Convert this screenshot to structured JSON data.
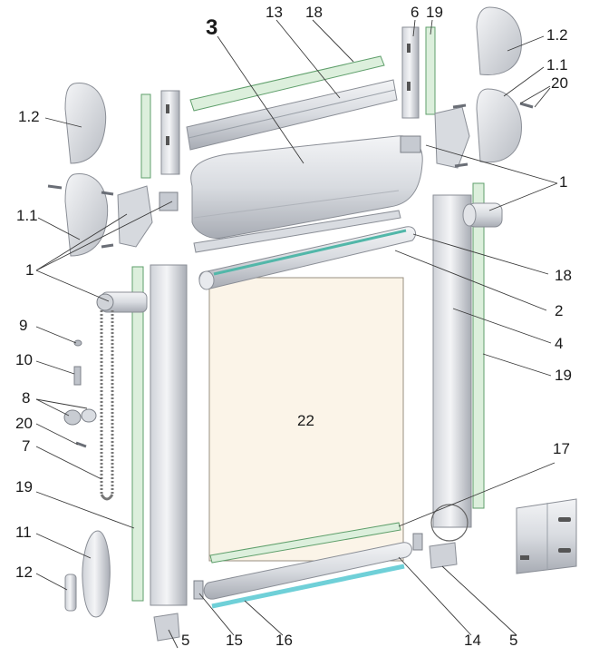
{
  "labels": {
    "l3": "3",
    "l13": "13",
    "l18_top": "18",
    "l6": "6",
    "l19_top": "19",
    "l1_2_top": "1.2",
    "l1_1_top": "1.1",
    "l20_top": "20",
    "l1_2_left": "1.2",
    "l1_1_left": "1.1",
    "l1_left": "1",
    "l1_right": "1",
    "l18_right": "18",
    "l2": "2",
    "l4": "4",
    "l19_right": "19",
    "l9": "9",
    "l10": "10",
    "l8": "8",
    "l20_left": "20",
    "l7": "7",
    "l22": "22",
    "l17": "17",
    "l19_left": "19",
    "l11": "11",
    "l12": "12",
    "l5_left": "5",
    "l15": "15",
    "l16": "16",
    "l14": "14",
    "l5_right": "5"
  },
  "colors": {
    "leader_line": "#3a3a3a",
    "metal_light": "#eef0f3",
    "metal_mid": "#c9ccd2",
    "metal_dark": "#9a9ea6",
    "fabric": "#fbf4e8",
    "seal_green": "#dcefdc",
    "seal_green_edge": "#6fae7a",
    "strip_cyan": "#6fd0d8"
  }
}
